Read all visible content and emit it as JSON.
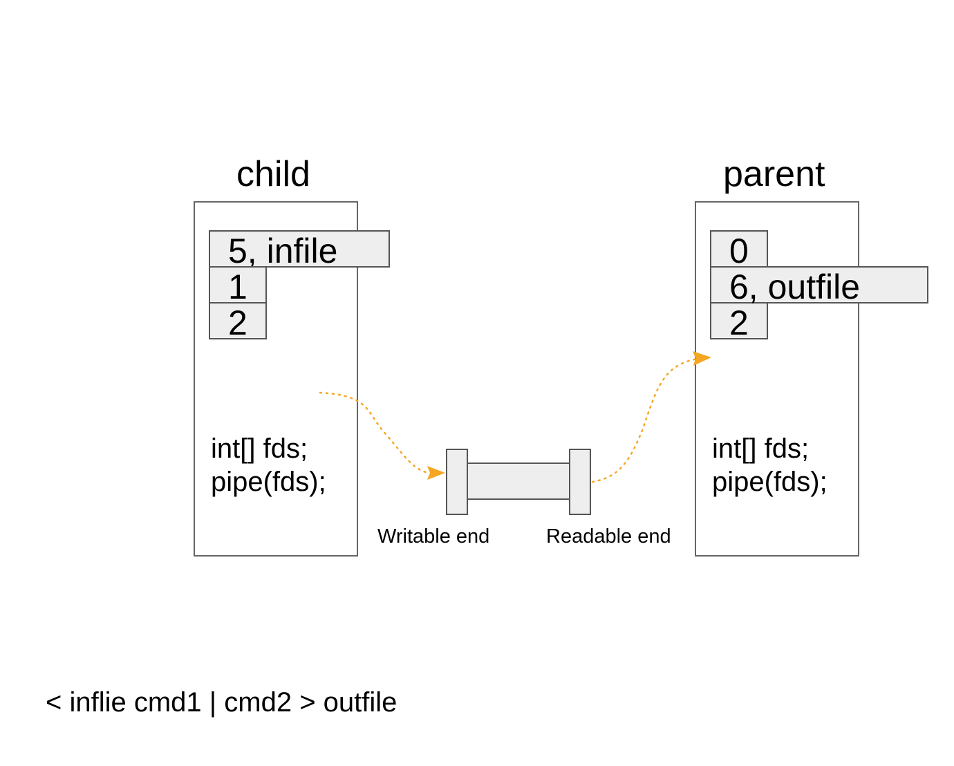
{
  "child": {
    "title": "child",
    "fds": [
      "5, infile",
      "1",
      "2"
    ],
    "code": [
      "int[] fds;",
      "pipe(fds);"
    ]
  },
  "parent": {
    "title": "parent",
    "fds": [
      "0",
      "6, outfile",
      "2"
    ],
    "code": [
      "int[] fds;",
      "pipe(fds);"
    ]
  },
  "pipe": {
    "write_label": "Writable end",
    "read_label": "Readable end"
  },
  "command": "< inflie cmd1 | cmd2 > outfile",
  "colors": {
    "arrow": "#f5a623",
    "cell_fill": "#eeeeee",
    "box_border": "#666666"
  }
}
